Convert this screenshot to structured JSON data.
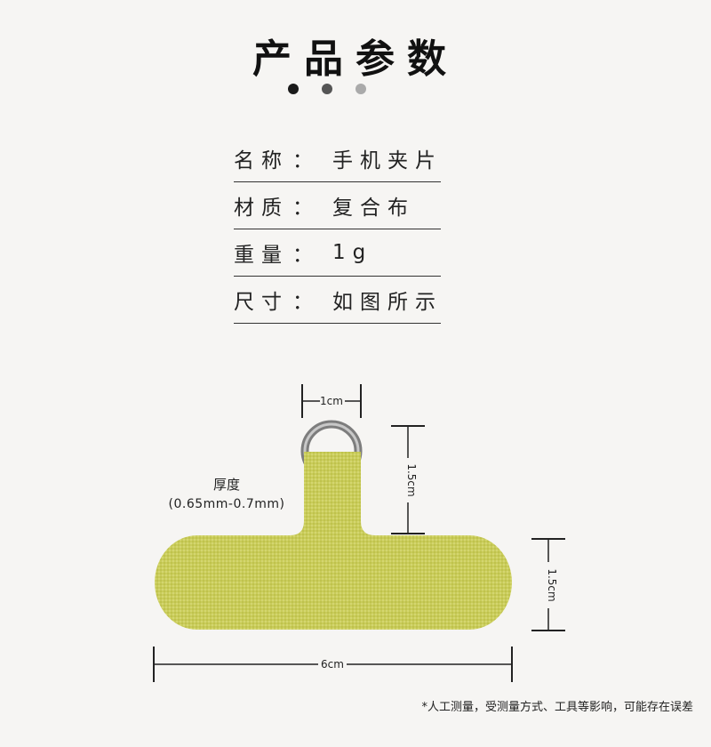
{
  "title": "产品参数",
  "params": [
    {
      "key": "名称",
      "value": "手机夹片"
    },
    {
      "key": "材质",
      "value": "复合布"
    },
    {
      "key": "重量",
      "value": "1g"
    },
    {
      "key": "尺寸",
      "value": "如图所示"
    }
  ],
  "colon": "：",
  "dimensions": {
    "ring_width": "1cm",
    "tab_height": "1.5cm",
    "body_height": "1.5cm",
    "body_width": "6cm",
    "thickness_label": "厚度",
    "thickness_value": "(0.65mm-0.7mm)"
  },
  "note": "*人工测量，受测量方式、工具等影响，可能存在误差",
  "colors": {
    "fabric": "#c9cc5a",
    "ring": "#9a9a9a",
    "background": "#f6f5f3"
  }
}
